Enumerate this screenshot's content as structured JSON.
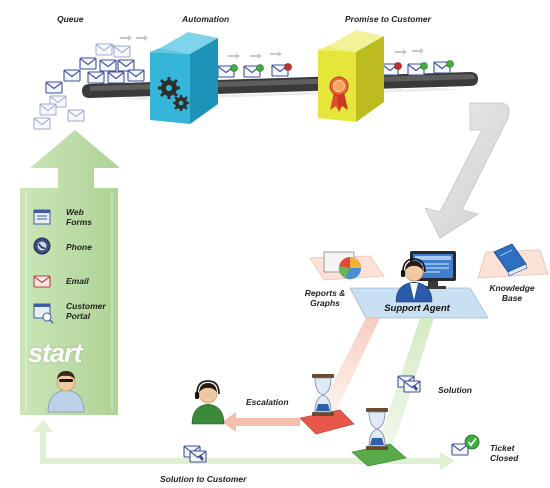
{
  "labels": {
    "queue": "Queue",
    "automation": "Automation",
    "promise": "Promise to Customer",
    "web_forms": "Web\nForms",
    "phone": "Phone",
    "email": "Email",
    "customer_portal": "Customer\nPortal",
    "start": "start",
    "reports": "Reports &\nGraphs",
    "support_agent": "Support Agent",
    "knowledge_base": "Knowledge\nBase",
    "escalation": "Escalation",
    "solution": "Solution",
    "ticket_closed": "Ticket\nClosed",
    "solution_to_customer": "Solution to Customer"
  },
  "colors": {
    "green_arrow": "#b8d8a0",
    "cube_blue": "#35b6d8",
    "cube_yellow": "#e6e63a",
    "belt": "#3a3a3a",
    "red_pad": "#e8584a",
    "green_pad": "#5aab4a",
    "agent_panel": "#c9dff2"
  },
  "icons": [
    "envelope-icon",
    "gear-icon",
    "ribbon-icon",
    "phone-icon",
    "web-form-icon",
    "portal-icon",
    "pie-chart-icon",
    "book-icon",
    "hourglass-icon",
    "checkmark-icon",
    "monitor-icon"
  ]
}
